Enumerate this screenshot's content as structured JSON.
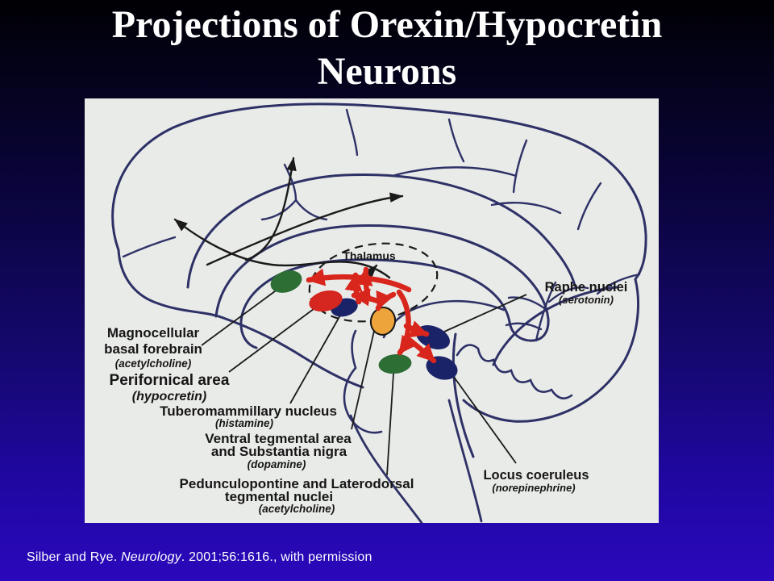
{
  "slide": {
    "title": {
      "line1": "Projections of Orexin/Hypocretin",
      "line2": "Neurons"
    },
    "citation": {
      "authors": "Silber and Rye. ",
      "journal": "Neurology",
      "rest": ". 2001;56:1616., with permission"
    }
  },
  "figure": {
    "alt": "Sagittal brain diagram showing projections of orexin/hypocretin neurons from the perifornical area to arousal nuclei",
    "labels": {
      "thalamus": {
        "lines": [
          "Thalamus"
        ]
      },
      "raphe": {
        "lines": [
          "Raphe nuclei",
          "(serotonin)"
        ]
      },
      "magnocellular": {
        "lines": [
          "Magnocellular",
          "basal forebrain",
          "(acetylcholine)"
        ]
      },
      "perifornical": {
        "lines": [
          "Perifornical area",
          "(hypocretin)"
        ]
      },
      "tuberomammillary": {
        "lines": [
          "Tuberomammillary nucleus",
          "(histamine)"
        ]
      },
      "vta": {
        "lines": [
          "Ventral tegmental area",
          "and Substantia nigra",
          "(dopamine)"
        ]
      },
      "ppt": {
        "lines": [
          "Pedunculopontine and Laterodorsal",
          "tegmental nuclei",
          "(acetylcholine)"
        ]
      },
      "locus_coeruleus": {
        "lines": [
          "Locus coeruleus",
          "(norepinephrine)"
        ]
      }
    },
    "colors": {
      "figure_background": "#e9ebe8",
      "brain_outline": "#2e3166",
      "black_lines": "#1a1a1a",
      "projection_arrows_red": "#d8261c",
      "cholinergic_nuclei_green": "#2d6e35",
      "hypocretin_nucleus_red": "#d5261f",
      "monoaminergic_nuclei_navy": "#1b2368",
      "dopaminergic_nucleus_orange": "#eda43b",
      "perifornical_label_red": "#c9281e"
    }
  }
}
